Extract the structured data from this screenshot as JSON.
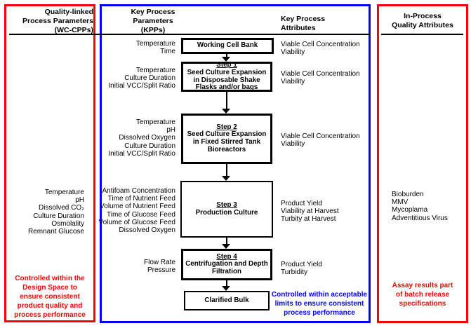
{
  "colors": {
    "panel_red": "#ff0000",
    "panel_blue": "#0000ff",
    "box_border": "#000000",
    "note_red": "#ff0000",
    "note_blue": "#0000ff"
  },
  "left_panel": {
    "title": "Quality-linked\nProcess Parameters\n(WC-CPPs)",
    "parameters": [
      "Temperature",
      "pH",
      "Dissolved CO₂",
      "Culture Duration",
      "Osmolality",
      "Remnant Glucose"
    ],
    "note": "Controlled within the\nDesign Space to\nensure consistent\nproduct quality and\nprocess performance"
  },
  "center_panel": {
    "kpp_header": "Key Process\nParameters\n(KPPs)",
    "attributes_header": "Key Process\nAttributes",
    "note": "Controlled within acceptable\nlimits to ensure consistent\nprocess performance",
    "steps": [
      {
        "step_label": "",
        "title": "Working Cell Bank",
        "kpps": [
          "Temperature",
          "Time"
        ],
        "attributes": [
          "Viable Cell Concentration",
          "Viability"
        ]
      },
      {
        "step_label": "Step 1",
        "title": "Seed Culture Expansion\nin Disposable Shake\nFlasks and/or bags",
        "kpps": [
          "Temperature",
          "Culture Duration",
          "Initial VCC/Split Ratio"
        ],
        "attributes": [
          "Viable Cell Concentration",
          "Viability"
        ]
      },
      {
        "step_label": "Step 2",
        "title": "Seed Culture Expansion\nin Fixed Stirred Tank\nBioreactors",
        "kpps": [
          "Temperature",
          "pH",
          "Dissolved Oxygen",
          "Culture Duration",
          "Initial VCC/Split Ratio"
        ],
        "attributes": [
          "Viable Cell Concentration",
          "Viability"
        ]
      },
      {
        "step_label": "Step 3",
        "title": "Production Culture",
        "kpps": [
          "Antifoam Concentration",
          "Time of Nutrient Feed",
          "Volume of Nutrient Feed",
          "Time of Glucose Feed",
          "Volume of Glucose Feed",
          "Dissolved Oxygen"
        ],
        "attributes": [
          "Product Yield",
          "Viability at Harvest",
          "Turbity at Harvest"
        ]
      },
      {
        "step_label": "Step 4",
        "title": "Centrifugation and Depth\nFiltration",
        "kpps": [
          "Flow Rate",
          "Pressure"
        ],
        "attributes": [
          "Product Yield",
          "Turbidity"
        ]
      },
      {
        "step_label": "",
        "title": "Clarified Bulk",
        "kpps": [],
        "attributes": []
      }
    ]
  },
  "right_panel": {
    "title": "In-Process\nQuality Attributes",
    "attributes": [
      "Bioburden",
      "MMV",
      "Mycoplama",
      "Adventitious Virus"
    ],
    "note": "Assay results part\nof batch release\nspecifications"
  }
}
